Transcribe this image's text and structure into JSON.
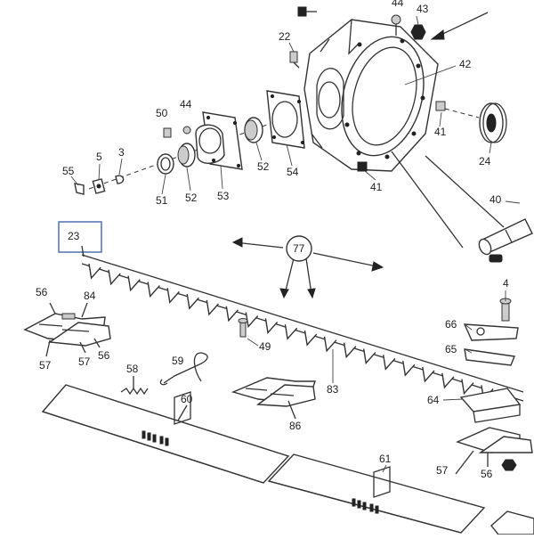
{
  "callouts": {
    "c44a": "44",
    "c43": "43",
    "c22": "22",
    "c42": "42",
    "c50": "50",
    "c44b": "44",
    "c41a": "41",
    "c24": "24",
    "c55": "55",
    "c5": "5",
    "c3": "3",
    "c51": "51",
    "c52a": "52",
    "c53": "53",
    "c52b": "52",
    "c54": "54",
    "c41b": "41",
    "c40": "40",
    "c23": "23",
    "c77": "77",
    "c4": "4",
    "c56a": "56",
    "c84": "84",
    "c66": "66",
    "c57a": "57",
    "c57b": "57",
    "c56b": "56",
    "c49": "49",
    "c65": "65",
    "c58": "58",
    "c59": "59",
    "c83": "83",
    "c60": "60",
    "c64": "64",
    "c86": "86",
    "c57c": "57",
    "c56c": "56",
    "c61": "61"
  },
  "highlight": {
    "label": "23",
    "color": "#5a7ab8"
  }
}
